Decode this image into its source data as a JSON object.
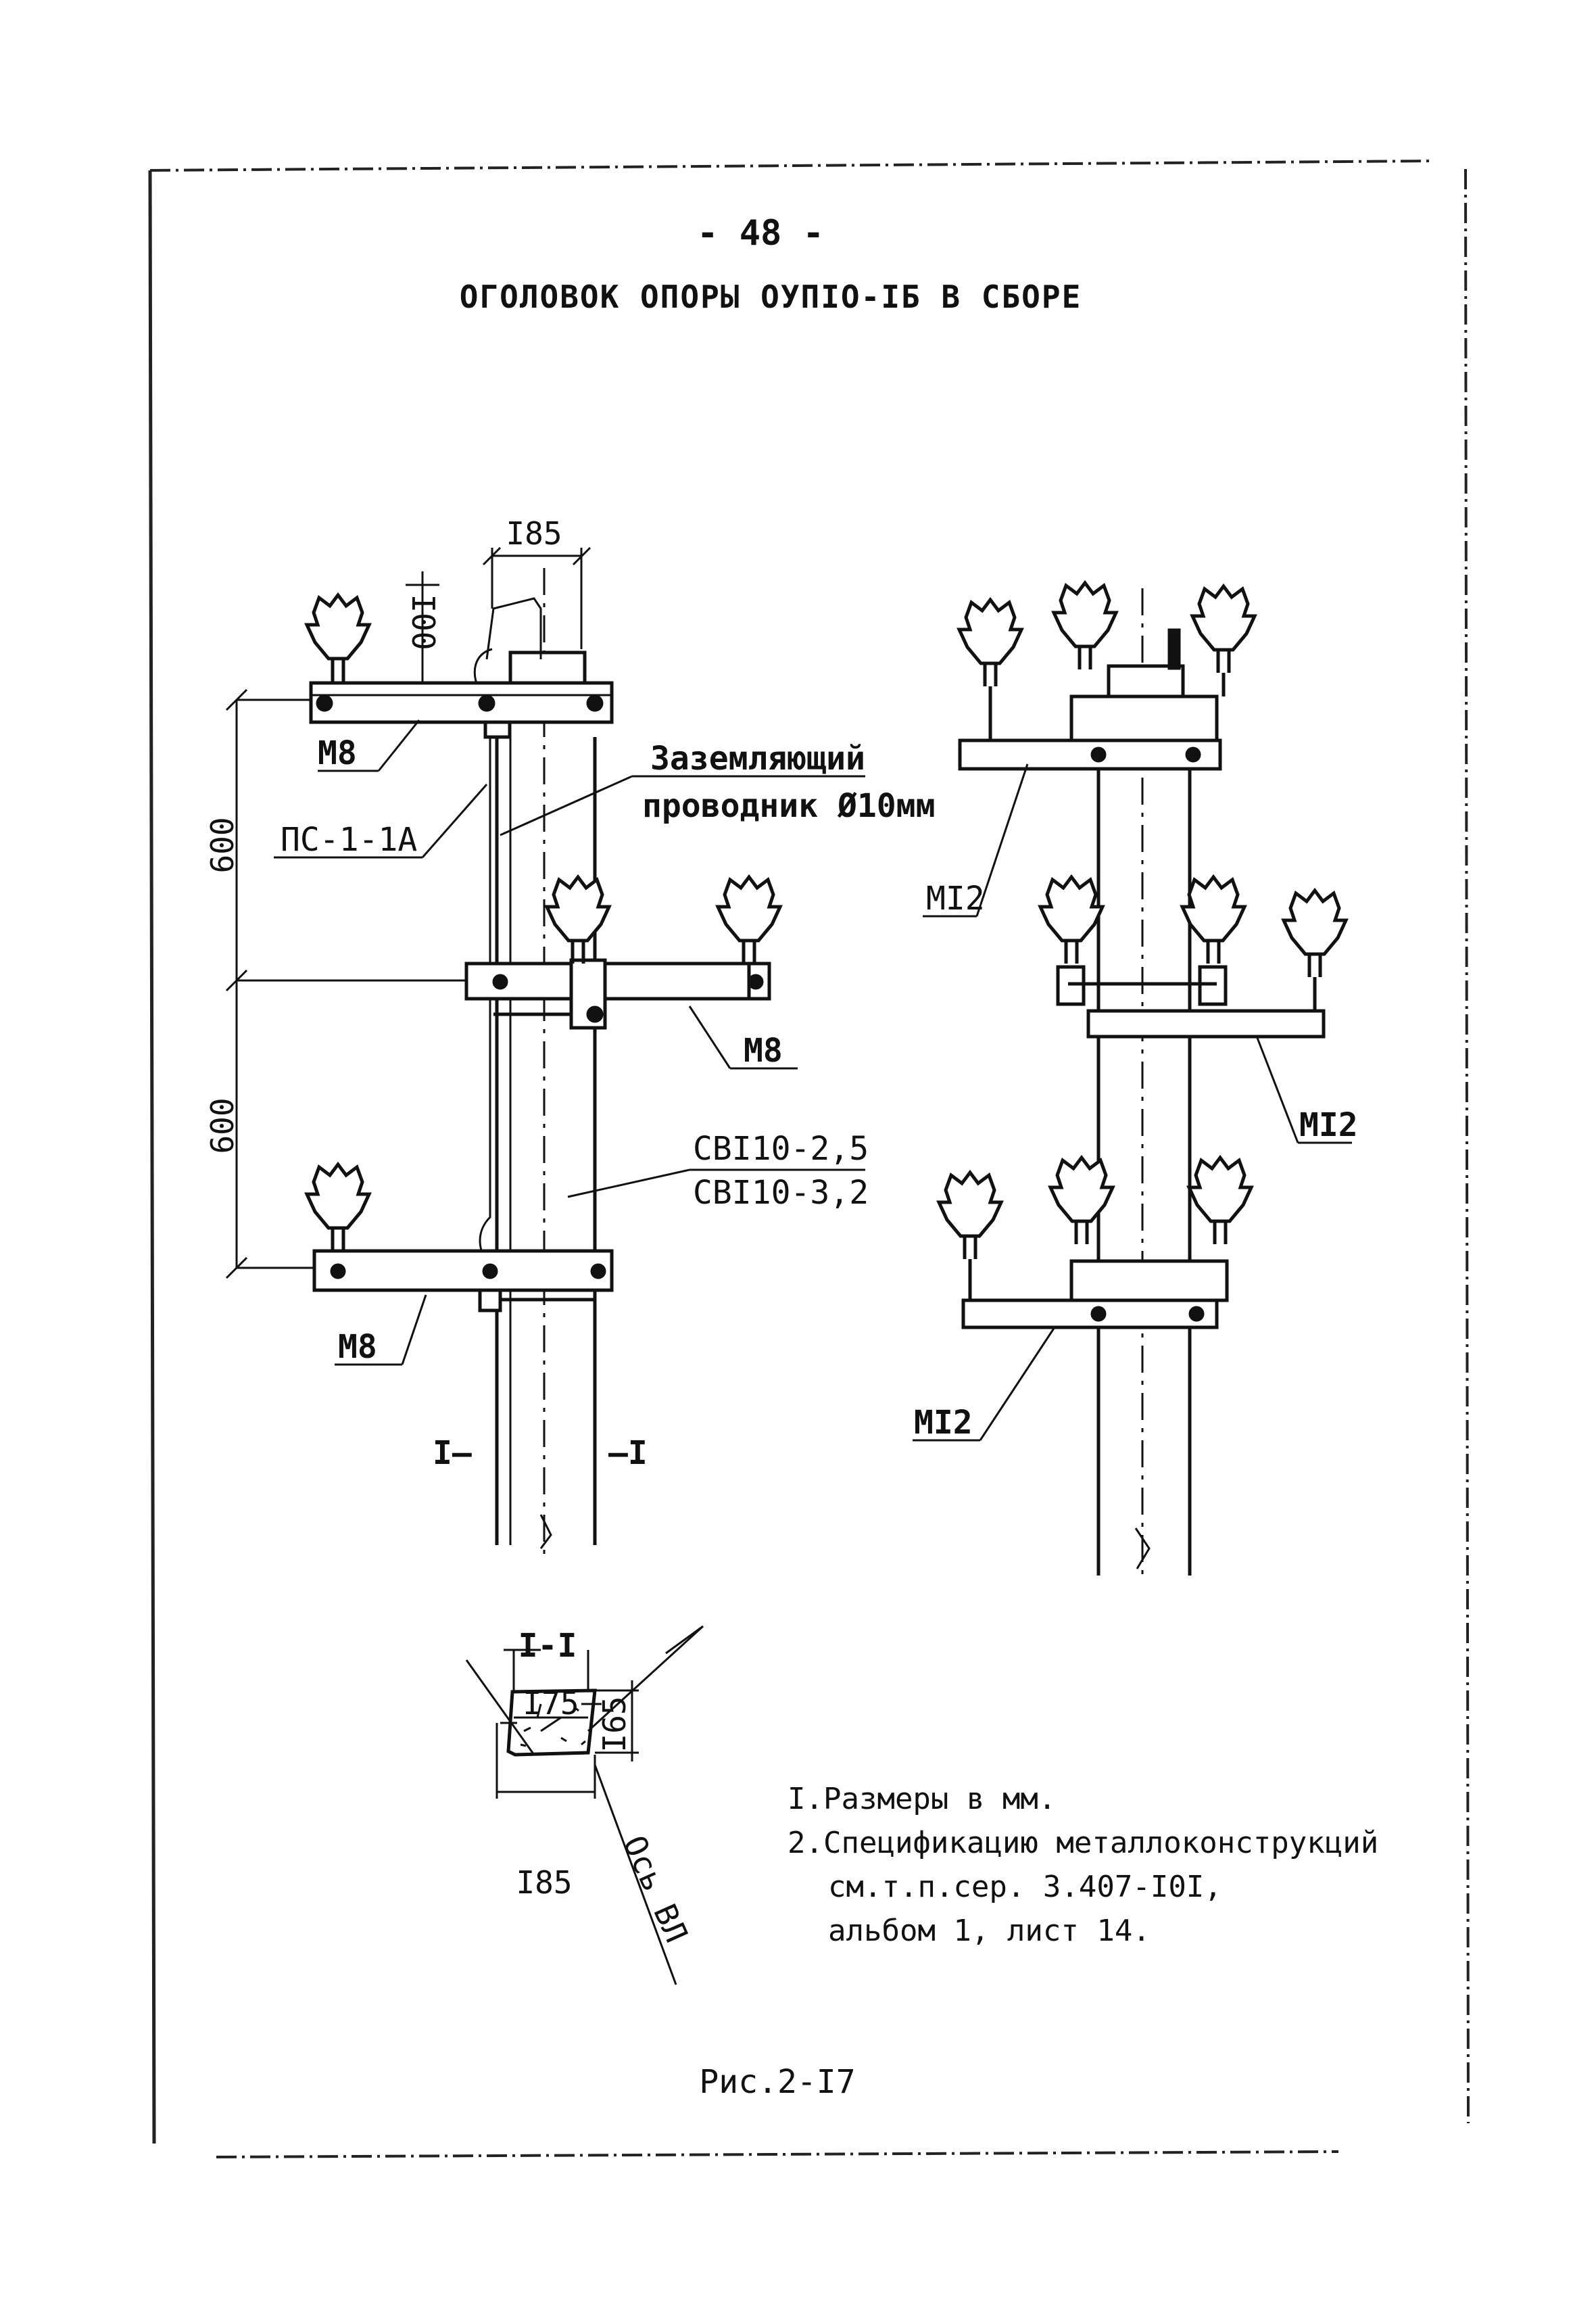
{
  "page": {
    "number": "- 48 -",
    "title": "ОГОЛОВОК ОПОРЫ ОУПIО-IБ В СБОРЕ",
    "caption": "Рис.2-I7"
  },
  "left_view": {
    "top_dim": "I85",
    "insulator_height": "I00",
    "spacing_upper": "600",
    "spacing_lower": "600",
    "label_top_bracket": "M8",
    "label_middle_bracket": "M8",
    "label_bottom_bracket": "M8",
    "label_insulator": "ПС-1-1А",
    "label_ground_1": "Заземляющий",
    "label_ground_2": "проводник Ø10мм",
    "label_pole_1": "СВI10-2,5",
    "label_pole_2": "СВI10-3,2",
    "section_left": "I—",
    "section_right": "—I"
  },
  "right_view": {
    "label_top": "MI2",
    "label_middle": "MI2",
    "label_bottom": "MI2"
  },
  "section": {
    "title": "I-I",
    "top_width": "I75",
    "bottom_width": "I85",
    "height": "I65",
    "axis_label": "Ось ВЛ"
  },
  "notes": [
    "I.Размеры в мм.",
    "2.Спецификацию металлоконструкций",
    "см.т.п.сер. 3.407-I0I,",
    "альбом 1, лист 14."
  ]
}
